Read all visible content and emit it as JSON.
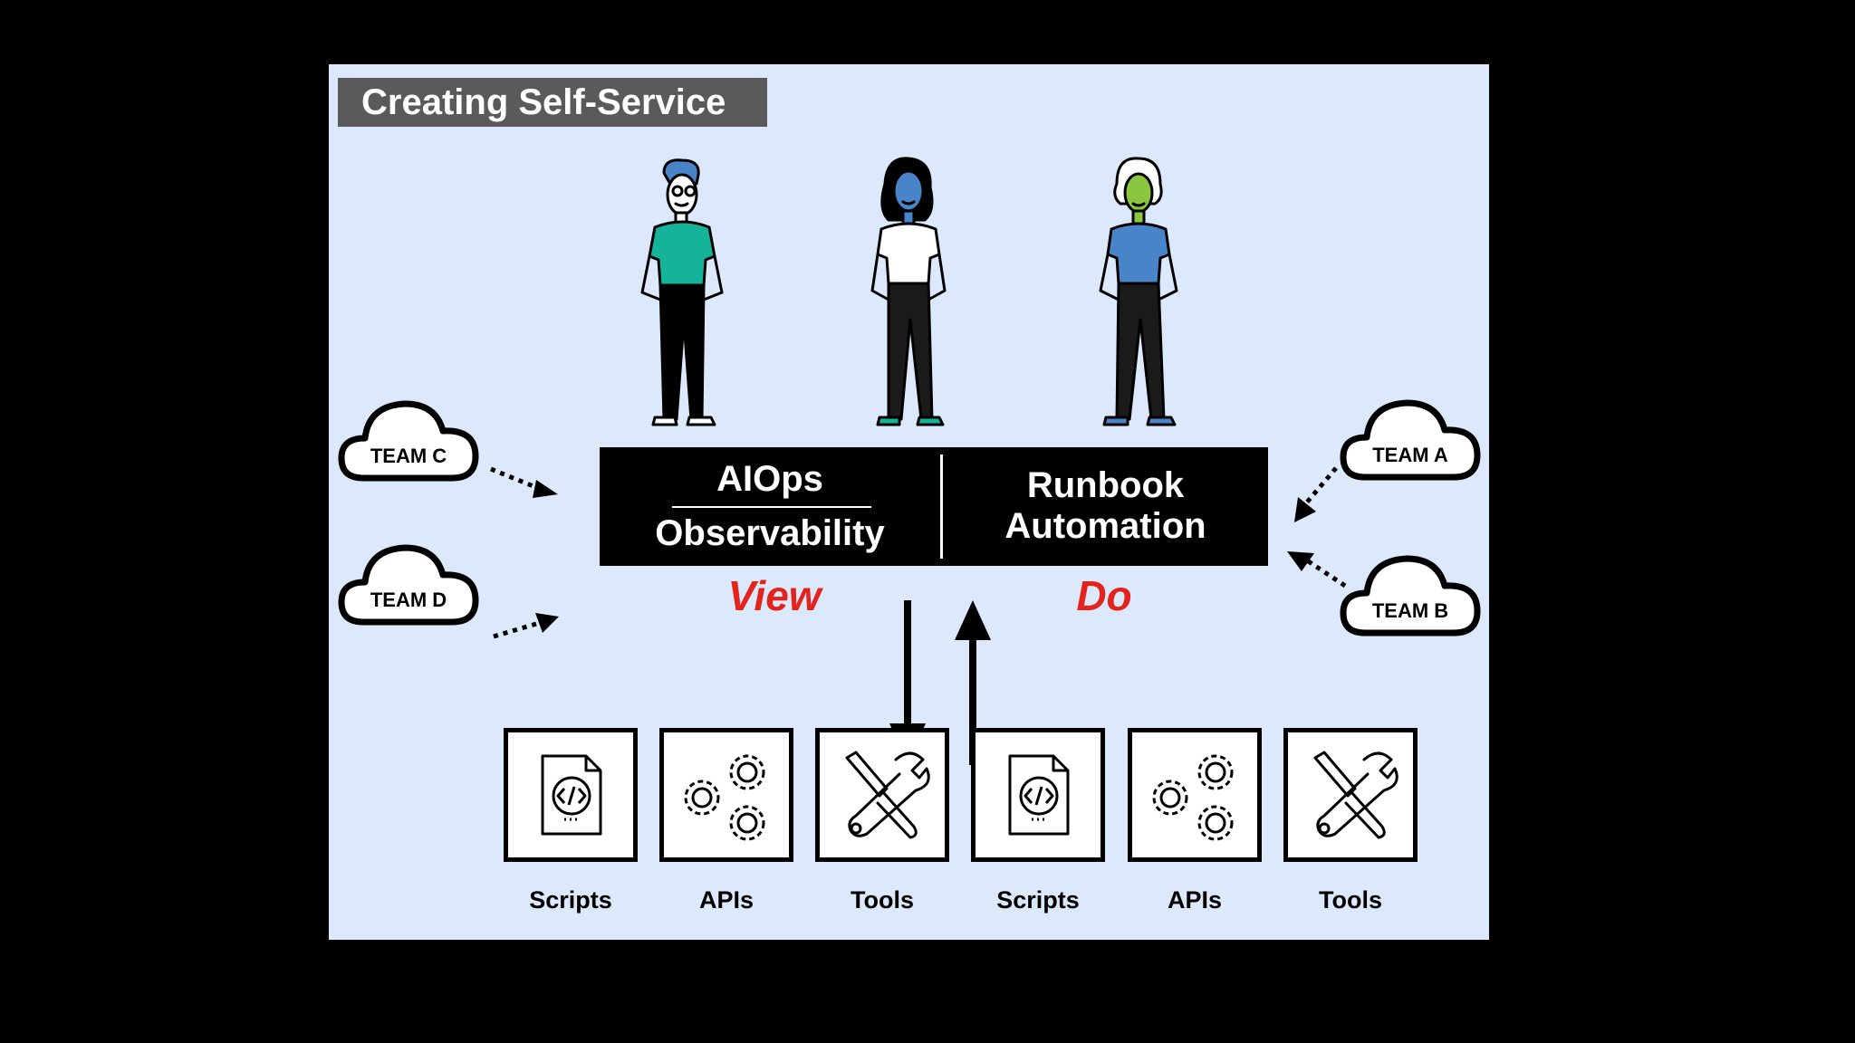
{
  "title": "Creating Self-Service",
  "center_box": {
    "left_top": "AIOps",
    "left_bottom": "Observability",
    "right_top": "Runbook",
    "right_bottom": "Automation"
  },
  "labels": {
    "view": "View",
    "do": "Do"
  },
  "teams": {
    "c": "TEAM C",
    "d": "TEAM D",
    "a": "TEAM A",
    "b": "TEAM B"
  },
  "tiles": [
    "Scripts",
    "APIs",
    "Tools",
    "Scripts",
    "APIs",
    "Tools"
  ],
  "colors": {
    "slide_bg": "#dce9fc",
    "title_bg": "#5a5a5a",
    "accent_red": "#e3241c",
    "teal": "#14b39a",
    "blue": "#4a84c8",
    "green": "#8cc63f"
  }
}
